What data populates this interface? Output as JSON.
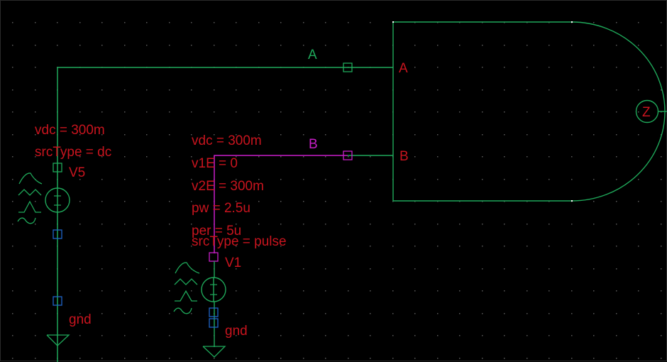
{
  "colors": {
    "background": "#000000",
    "grid_dot": "#5a5a5a",
    "wire": "#1fa85a",
    "wire_b": "#c81ec8",
    "pin_blue": "#1e64c8",
    "label_red": "#c8141e",
    "net_label_green": "#1fa85a",
    "net_label_magenta": "#c81ec8"
  },
  "gate": {
    "type": "AND2",
    "pins": {
      "in1": "A",
      "in2": "B",
      "out": "Z"
    }
  },
  "nets": {
    "net_a": "A",
    "net_b": "B"
  },
  "source_v5": {
    "name": "V5",
    "params": [
      "vdc = 300m",
      "srcType = dc"
    ],
    "ground_label": "gnd"
  },
  "source_v1": {
    "name": "V1",
    "params": [
      "vdc = 300m",
      "v1E = 0",
      "v2E = 300m",
      "pw = 2.5u",
      "per = 5u",
      "srcType = pulse"
    ],
    "ground_label": "gnd"
  }
}
